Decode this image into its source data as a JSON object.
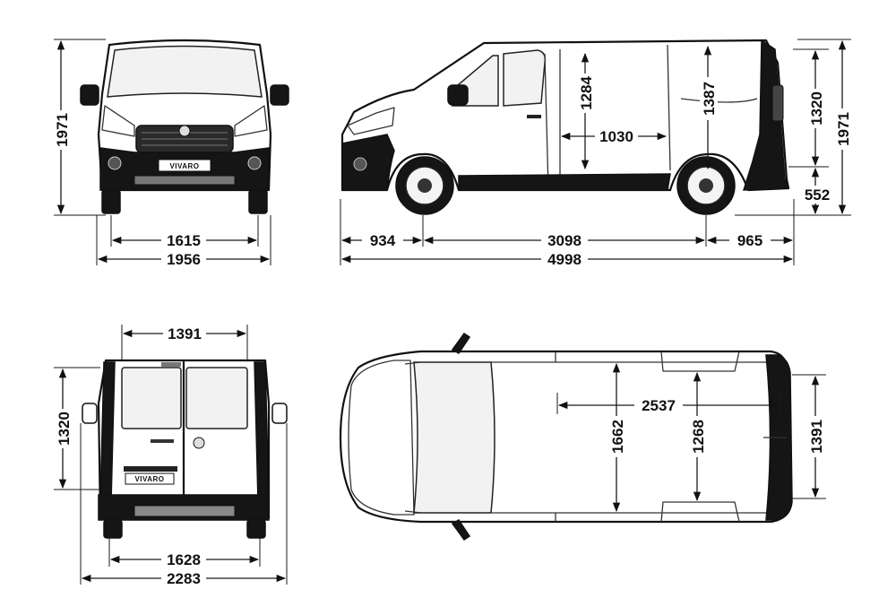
{
  "badge": "VIVARO",
  "front_view": {
    "height": "1971",
    "track": "1615",
    "width": "1956"
  },
  "side_view": {
    "height": "1971",
    "load_height": "1320",
    "ground_to_floor": "552",
    "door_height": "1284",
    "load_space_height": "1387",
    "door_width": "1030",
    "front_overhang": "934",
    "wheelbase": "3098",
    "rear_overhang": "965",
    "length": "4998"
  },
  "rear_view": {
    "door_opening_width": "1391",
    "door_opening_height": "1320",
    "track": "1628",
    "width_with_mirrors": "2283"
  },
  "top_view": {
    "load_length": "2537",
    "load_width": "1662",
    "width_between_arches": "1268",
    "rear_opening_width": "1391"
  }
}
